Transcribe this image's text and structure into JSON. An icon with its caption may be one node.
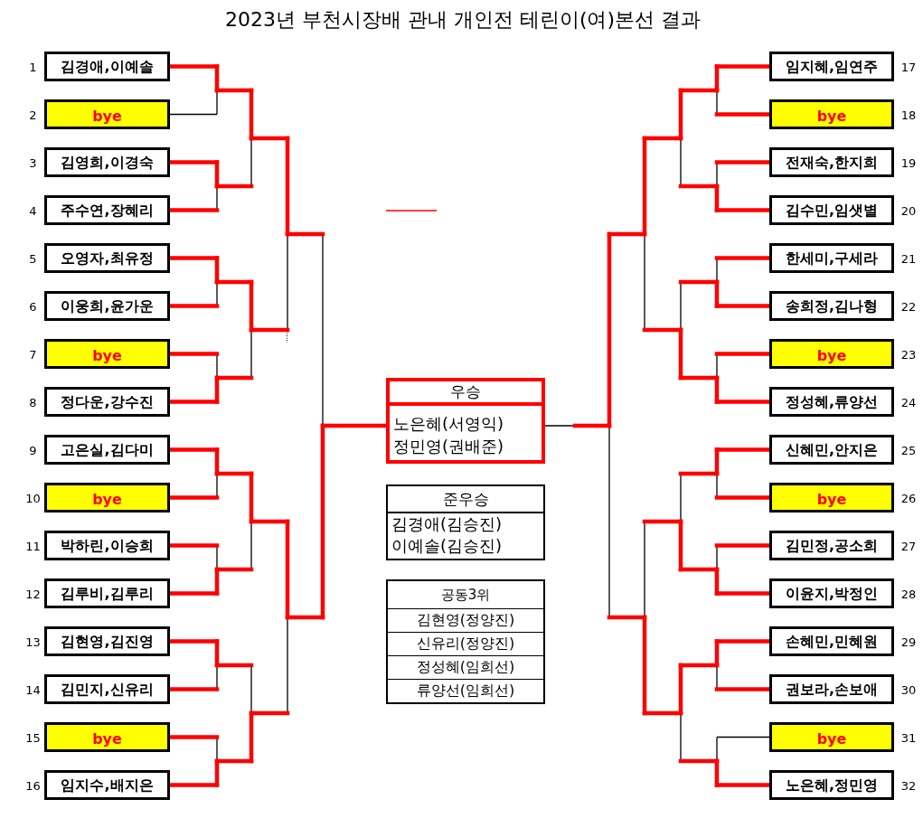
{
  "diagram": {
    "title": "2023년 부천시장배 관내 개인전 테린이(여)본선 결과",
    "nodes": [
      {
        "text": [
          "김경애,이예솔"
        ],
        "beside": [
          "1"
        ]
      },
      {
        "text": [
          "bye"
        ],
        "beside": [
          "2"
        ]
      },
      {
        "text": [
          "김영희,이경숙"
        ],
        "beside": [
          "3"
        ]
      },
      {
        "text": [
          "주수연,장혜리"
        ],
        "beside": [
          "4"
        ]
      },
      {
        "text": [
          "오영자,최유정"
        ],
        "beside": [
          "5"
        ]
      },
      {
        "text": [
          "이웅희,윤가운"
        ],
        "beside": [
          "6"
        ]
      },
      {
        "text": [
          "bye"
        ],
        "beside": [
          "7"
        ]
      },
      {
        "text": [
          "정다운,강수진"
        ],
        "beside": [
          "8"
        ]
      },
      {
        "text": [
          "고은실,김다미"
        ],
        "beside": [
          "9"
        ]
      },
      {
        "text": [
          "bye"
        ],
        "beside": [
          "10"
        ]
      },
      {
        "text": [
          "박하린,이승희"
        ],
        "beside": [
          "11"
        ]
      },
      {
        "text": [
          "김루비,김루리"
        ],
        "beside": [
          "12"
        ]
      },
      {
        "text": [
          "김현영,김진영"
        ],
        "beside": [
          "13"
        ]
      },
      {
        "text": [
          "김민지,신유리"
        ],
        "beside": [
          "14"
        ]
      },
      {
        "text": [
          "bye"
        ],
        "beside": [
          "15"
        ]
      },
      {
        "text": [
          "임지수,배지은"
        ],
        "beside": [
          "16"
        ]
      },
      {
        "text": [
          "임지혜,임연주"
        ],
        "beside": [
          "17"
        ]
      },
      {
        "text": [
          "bye"
        ],
        "beside": [
          "18"
        ]
      },
      {
        "text": [
          "전재숙,한지희"
        ],
        "beside": [
          "19"
        ]
      },
      {
        "text": [
          "김수민,임샛별"
        ],
        "beside": [
          "20"
        ]
      },
      {
        "text": [
          "한세미,구세라"
        ],
        "beside": [
          "21"
        ]
      },
      {
        "text": [
          "송희정,김나형"
        ],
        "beside": [
          "22"
        ]
      },
      {
        "text": [
          "bye"
        ],
        "beside": [
          "23"
        ]
      },
      {
        "text": [
          "정성혜,류양선"
        ],
        "beside": [
          "24"
        ]
      },
      {
        "text": [
          "신혜민,안지은"
        ],
        "beside": [
          "25"
        ]
      },
      {
        "text": [
          "bye"
        ],
        "beside": [
          "26"
        ]
      },
      {
        "text": [
          "김민정,공소희"
        ],
        "beside": [
          "27"
        ]
      },
      {
        "text": [
          "이윤지,박정인"
        ],
        "beside": [
          "28"
        ]
      },
      {
        "text": [
          "손혜민,민혜원"
        ],
        "beside": [
          "29"
        ]
      },
      {
        "text": [
          "권보라,손보애"
        ],
        "beside": [
          "30"
        ]
      },
      {
        "text": [
          "bye"
        ],
        "beside": [
          "31"
        ]
      },
      {
        "text": [
          "노은혜,정민영"
        ],
        "beside": [
          "32"
        ]
      },
      {
        "text": [
          "우승",
          "노은혜(서영익)",
          "정민영(권배준)"
        ]
      },
      {
        "text": [
          "준우승",
          "김경애(김승진)",
          "이예솔(김승진)"
        ]
      },
      {
        "text": [
          "공동3위",
          "김현영(정양진)",
          "신유리(정양진)",
          "정성혜(임희선)",
          "류양선(임희선)"
        ]
      }
    ],
    "edges": [
      {
        "from": 0,
        "to": 32,
        "arrow": "none"
      },
      {
        "from": 1,
        "to": 32,
        "arrow": "none"
      },
      {
        "from": 2,
        "to": 32,
        "arrow": "none"
      },
      {
        "from": 3,
        "to": 32,
        "arrow": "none"
      },
      {
        "from": 4,
        "to": 32,
        "arrow": "none"
      },
      {
        "from": 5,
        "to": 32,
        "arrow": "none"
      },
      {
        "from": 6,
        "to": 32,
        "arrow": "none"
      },
      {
        "from": 7,
        "to": 32,
        "arrow": "none"
      },
      {
        "from": 8,
        "to": 32,
        "arrow": "none",
        "style": "thick",
        "color": "#ff0000"
      },
      {
        "from": 9,
        "to": 32,
        "arrow": "none",
        "style": "thick",
        "color": "#ff0000"
      },
      {
        "from": 10,
        "to": 32,
        "arrow": "none",
        "style": "thick",
        "color": "#ff0000"
      },
      {
        "from": 11,
        "to": 32,
        "arrow": "none",
        "style": "thick",
        "color": "#ff0000"
      },
      {
        "from": 12,
        "to": 32,
        "arrow": "none",
        "style": "thick",
        "color": "#ff0000"
      },
      {
        "from": 13,
        "to": 32,
        "arrow": "none",
        "style": "thick",
        "color": "#ff0000"
      },
      {
        "from": 14,
        "to": 32,
        "arrow": "none",
        "style": "thick",
        "color": "#ff0000"
      },
      {
        "from": 15,
        "to": 32,
        "arrow": "none",
        "style": "thick",
        "color": "#ff0000"
      },
      {
        "from": 16,
        "to": 32,
        "arrow": "none",
        "style": "thick",
        "color": "#ff0000"
      },
      {
        "from": 17,
        "to": 32,
        "arrow": "none",
        "style": "thick",
        "color": "#ff0000"
      },
      {
        "from": 18,
        "to": 32,
        "arrow": "none",
        "style": "thick",
        "color": "#ff0000"
      },
      {
        "from": 19,
        "to": 32,
        "arrow": "none",
        "style": "thick",
        "color": "#ff0000"
      },
      {
        "from": 20,
        "to": 32,
        "arrow": "none",
        "style": "thick",
        "color": "#ff0000"
      },
      {
        "from": 21,
        "to": 32,
        "arrow": "none",
        "style": "thick",
        "color": "#ff0000"
      },
      {
        "from": 22,
        "to": 32,
        "arrow": "none",
        "style": "thick",
        "color": "#ff0000"
      },
      {
        "from": 23,
        "to": 32,
        "arrow": "none",
        "style": "thick",
        "color": "#ff0000"
      },
      {
        "from": 24,
        "to": 32,
        "arrow": "none"
      },
      {
        "from": 25,
        "to": 32,
        "arrow": "none"
      },
      {
        "from": 26,
        "to": 32,
        "arrow": "none"
      },
      {
        "from": 27,
        "to": 32,
        "arrow": "none"
      },
      {
        "from": 28,
        "to": 32,
        "arrow": "none"
      },
      {
        "from": 29,
        "to": 32,
        "arrow": "none"
      },
      {
        "from": 30,
        "to": 32,
        "arrow": "none"
      },
      {
        "from": 31,
        "to": 32,
        "arrow": "none"
      }
    ]
  }
}
